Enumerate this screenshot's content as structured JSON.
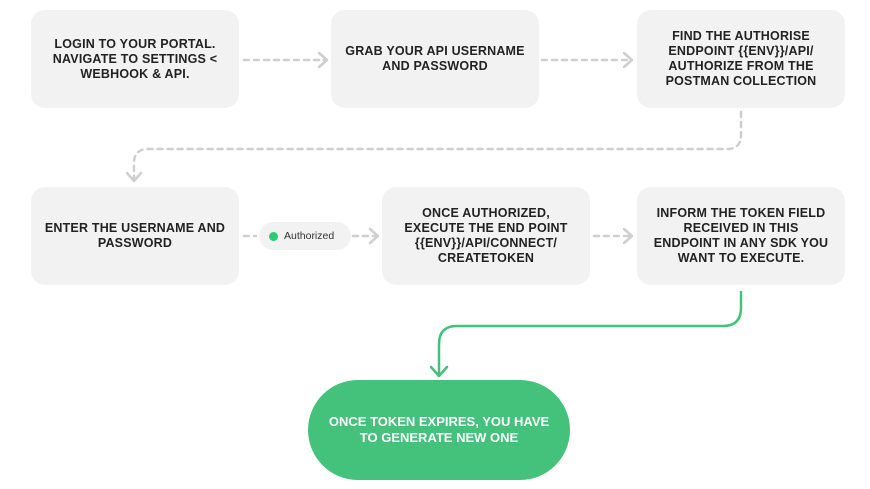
{
  "colors": {
    "node_bg": "#f2f2f2",
    "accent_green": "#44c17b",
    "dashed_gray": "#cfcfcf",
    "status_dot": "#2ecc71"
  },
  "steps": {
    "step1": {
      "line1": "LOGIN TO YOUR PORTAL.",
      "line2a": "NAVIGATE TO ",
      "line2b": "SETTINGS <",
      "line3": "WEBHOOK & API."
    },
    "step2": {
      "line1": "GRAB YOUR API USERNAME",
      "line2": "AND PASSWORD"
    },
    "step3": {
      "line1": "FIND THE AUTHORISE",
      "line2a": "ENDPOINT ",
      "line2b": "{{ENV}}/API/",
      "line3a": "AUTHORIZE",
      "line3b": " FROM THE",
      "line4": "POSTMAN COLLECTION"
    },
    "step4": {
      "line1": "ENTER THE USERNAME AND",
      "line2": "PASSWORD"
    },
    "step5": {
      "line1": "ONCE AUTHORIZED,",
      "line2": "EXECUTE THE END POINT",
      "line3": "{{ENV}}/API/CONNECT/",
      "line4": "CREATETOKEN"
    },
    "step6": {
      "line1": "INFORM THE TOKEN FIELD",
      "line2": "RECEIVED IN THIS",
      "line3": "ENDPOINT IN ANY SDK YOU",
      "line4": "WANT TO EXECUTE."
    },
    "final": {
      "line1": "ONCE TOKEN EXPIRES, YOU HAVE",
      "line2": "TO GENERATE NEW ONE"
    }
  },
  "badge": {
    "label": "Authorized"
  }
}
